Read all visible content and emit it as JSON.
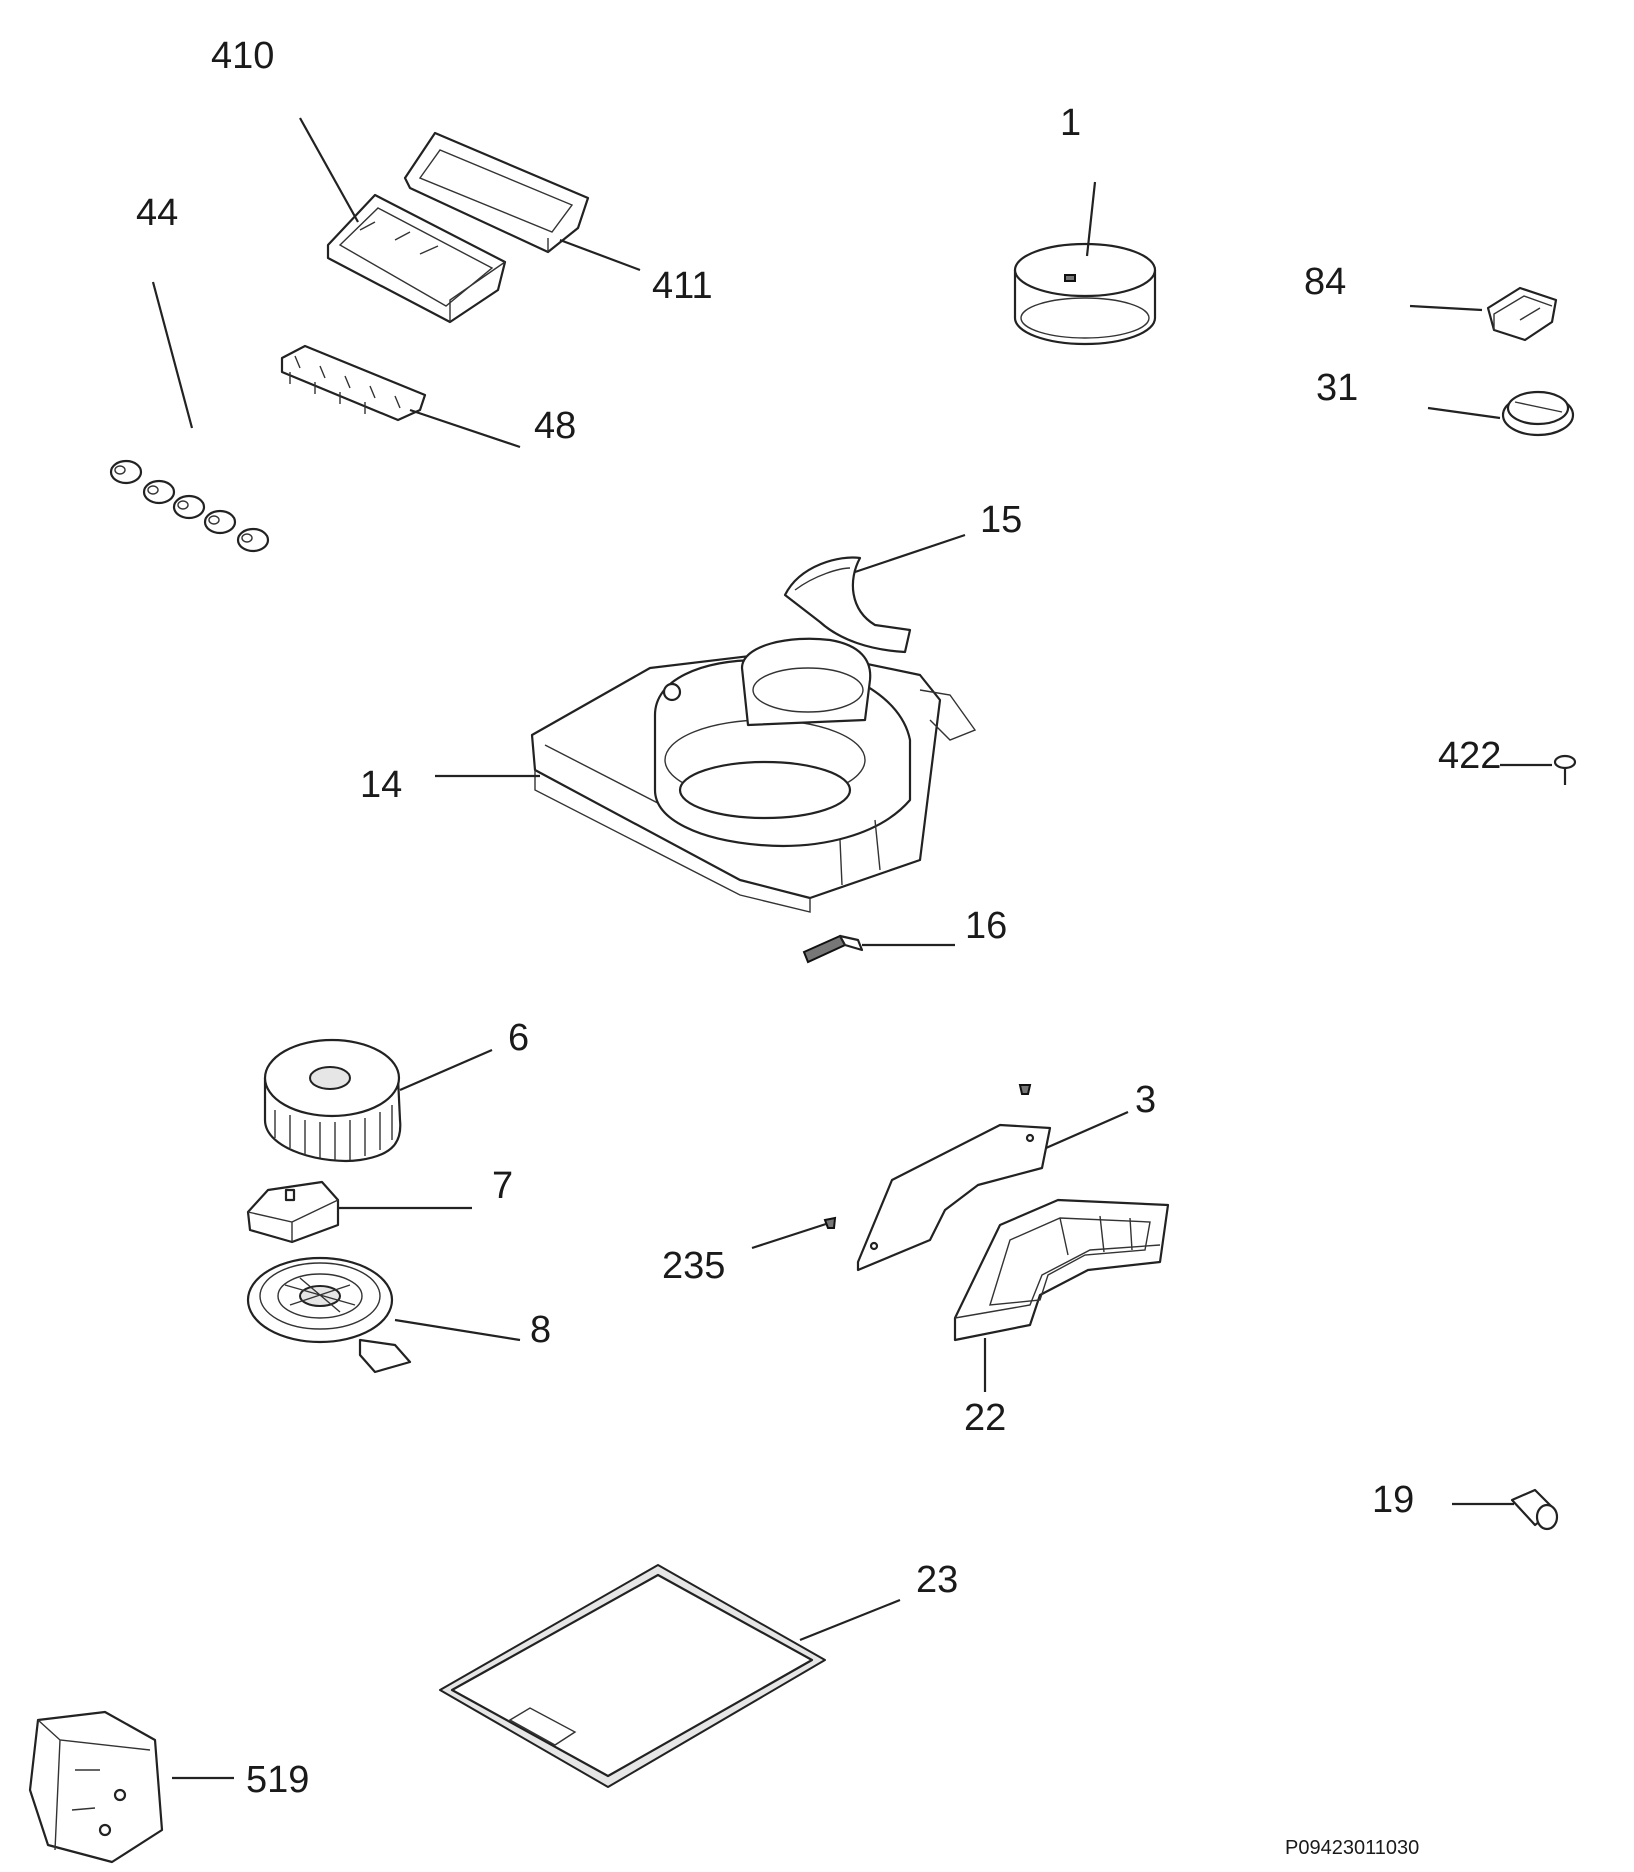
{
  "diagram": {
    "labels": {
      "p410": "410",
      "p411": "411",
      "p44": "44",
      "p48": "48",
      "p1": "1",
      "p84": "84",
      "p31": "31",
      "p15": "15",
      "p14": "14",
      "p422": "422",
      "p16": "16",
      "p6": "6",
      "p7": "7",
      "p8": "8",
      "p3": "3",
      "p235": "235",
      "p22": "22",
      "p19": "19",
      "p23": "23",
      "p519": "519"
    },
    "document_id": "P09423011030"
  }
}
